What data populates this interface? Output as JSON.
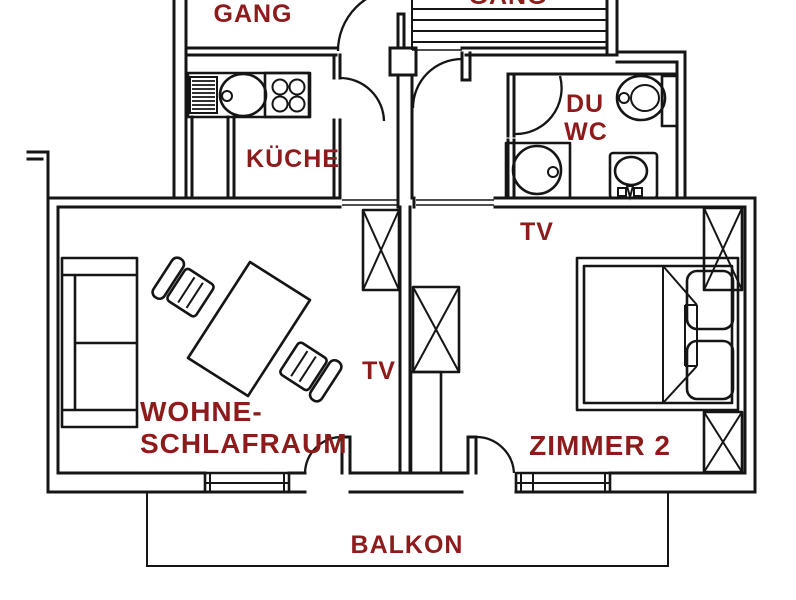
{
  "colors": {
    "label": "#8e1b1b",
    "line": "#151515",
    "background": "#ffffff"
  },
  "labels": {
    "corridor": "GANG",
    "stair_hall_partial": "GANG",
    "kitchen": "KÜCHE",
    "shower": "DU",
    "wc": "WC",
    "tv_bedroom": "TV",
    "tv_living": "TV",
    "living_line1": "WOHNE-",
    "living_line2": "SCHLAFRAUM",
    "room2": "ZIMMER 2",
    "balcony": "BALKON"
  }
}
